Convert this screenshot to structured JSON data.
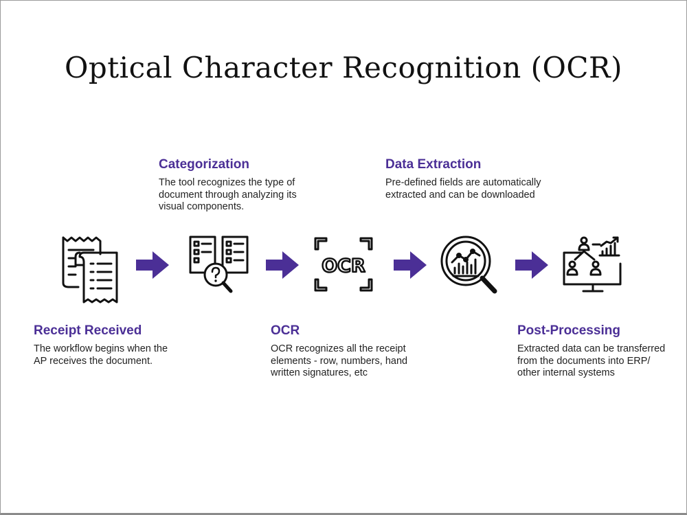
{
  "title": "Optical Character Recognition (OCR)",
  "accent_color": "#4b2f96",
  "steps": [
    {
      "title": "Receipt Received",
      "description": "The workflow begins when the AP receives the document.",
      "lines": [
        "The workflow begins when the",
        "AP receives the document."
      ],
      "icon": "receipt-icon"
    },
    {
      "title": "Categorization",
      "description": "The tool recognizes the type of document through analyzing its visual components.",
      "lines": [
        "The tool recognizes the type of",
        "document through analyzing its",
        "visual components."
      ],
      "icon": "categorization-magnifier-icon"
    },
    {
      "title": "OCR",
      "description": "OCR recognizes all the receipt elements - row, numbers, hand written signatures, etc",
      "lines": [
        "OCR recognizes all the receipt",
        "elements - row, numbers, hand",
        "written signatures, etc"
      ],
      "icon": "ocr-scan-icon",
      "icon_text": "OCR"
    },
    {
      "title": "Data Extraction",
      "description": "Pre-defined fields are automatically extracted and can be downloaded",
      "lines": [
        "Pre-defined fields are automatically",
        "extracted and can be downloaded"
      ],
      "icon": "data-analysis-magnifier-icon"
    },
    {
      "title": "Post-Processing",
      "description": "Extracted data can be transferred from the documents into ERP/ other internal systems",
      "lines": [
        "Extracted data can be transferred",
        "from the documents into ERP/",
        "other internal systems"
      ],
      "icon": "network-monitor-icon"
    }
  ]
}
